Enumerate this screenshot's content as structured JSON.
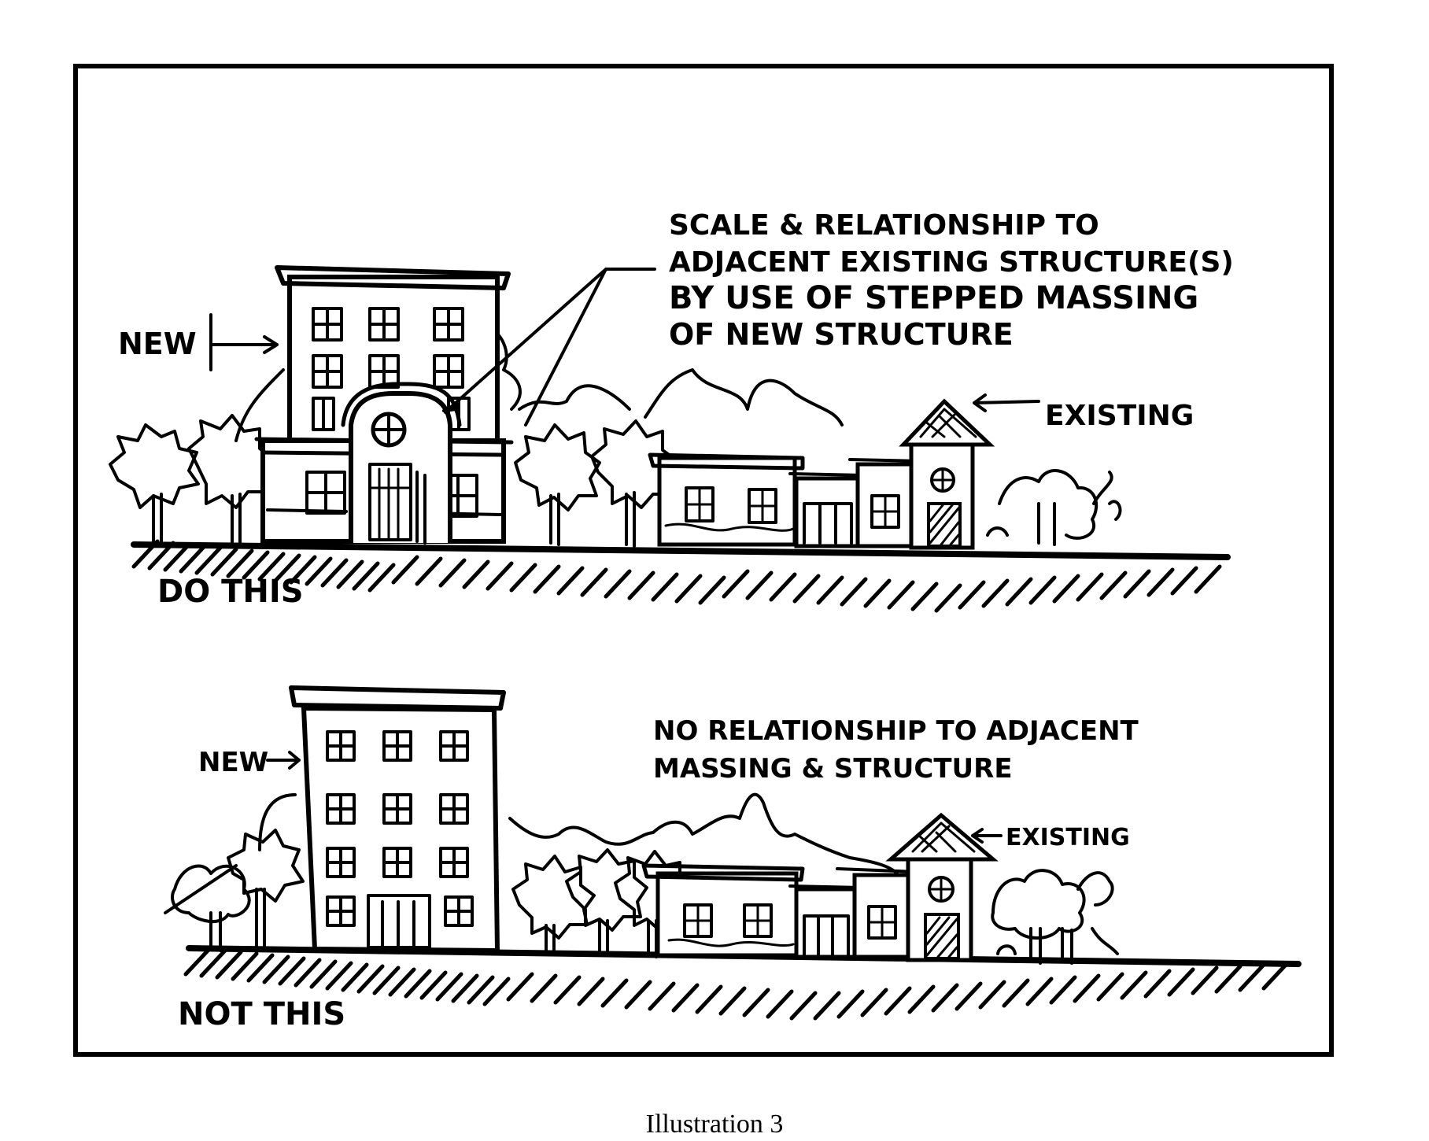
{
  "caption": "Illustration 3",
  "panel_top": {
    "label": "DO THIS",
    "new_label": "NEW",
    "existing_label": "EXISTING",
    "note_lines": [
      "SCALE & RELATIONSHIP TO",
      "ADJACENT EXISTING STRUCTURE(S)",
      "BY USE OF STEPPED MASSING",
      "OF NEW STRUCTURE"
    ]
  },
  "panel_bottom": {
    "label": "NOT THIS",
    "new_label": "NEW",
    "existing_label": "EXISTING",
    "note_lines": [
      "NO RELATIONSHIP TO ADJACENT",
      "MASSING & STRUCTURE"
    ]
  }
}
